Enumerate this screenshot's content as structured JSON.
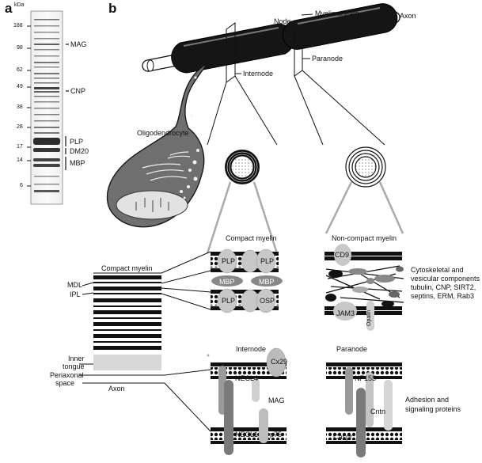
{
  "panel_a": {
    "label": "a",
    "axis_unit": "kDa",
    "markers": [
      "188",
      "98",
      "62",
      "49",
      "38",
      "28",
      "17",
      "14",
      "6"
    ],
    "bands": [
      "MAG",
      "CNP",
      "PLP",
      "DM20",
      "MBP"
    ]
  },
  "panel_b": {
    "label": "b",
    "top": {
      "node": "Node",
      "myelin_sheath": "Myelin sheath",
      "axon": "Axon",
      "paranode": "Paranode",
      "internode": "Internode",
      "oligodendrocyte": "Oligodendrocyte"
    },
    "compact": {
      "title": "Compact myelin",
      "proteins": {
        "plp1": "PLP",
        "plp2": "PLP",
        "mbp1": "MBP",
        "mbp2": "MBP",
        "plp3": "PLP",
        "osp": "OSP"
      }
    },
    "noncompact": {
      "title": "Non-compact myelin",
      "cd9": "CD9",
      "jam3": "JAM3",
      "opalin": "Opalin",
      "components_lines": [
        "Cytoskeletal and",
        "vesicular components",
        "tubulin, CNP, SIRT2,",
        "septins, ERM, Rab3"
      ]
    },
    "left": {
      "title": "Compact myelin",
      "mdl": "MDL",
      "ipl": "IPL",
      "inner_tongue_lines": [
        "Inner",
        "tongue"
      ],
      "periaxonal_lines": [
        "Periaxonal",
        "space"
      ],
      "axon": "Axon"
    },
    "internode_box": {
      "title": "Internode",
      "cx29": "Cx29",
      "necl4": "NECL4",
      "mag": "MAG",
      "necl1": "NECL1",
      "p75": "p75"
    },
    "paranode_box": {
      "title": "Paranode",
      "nf155": "NF155",
      "cntn": "Cntn",
      "caspr": "Caspr"
    },
    "adhesion_lines": [
      "Adhesion and",
      "signaling proteins"
    ]
  }
}
